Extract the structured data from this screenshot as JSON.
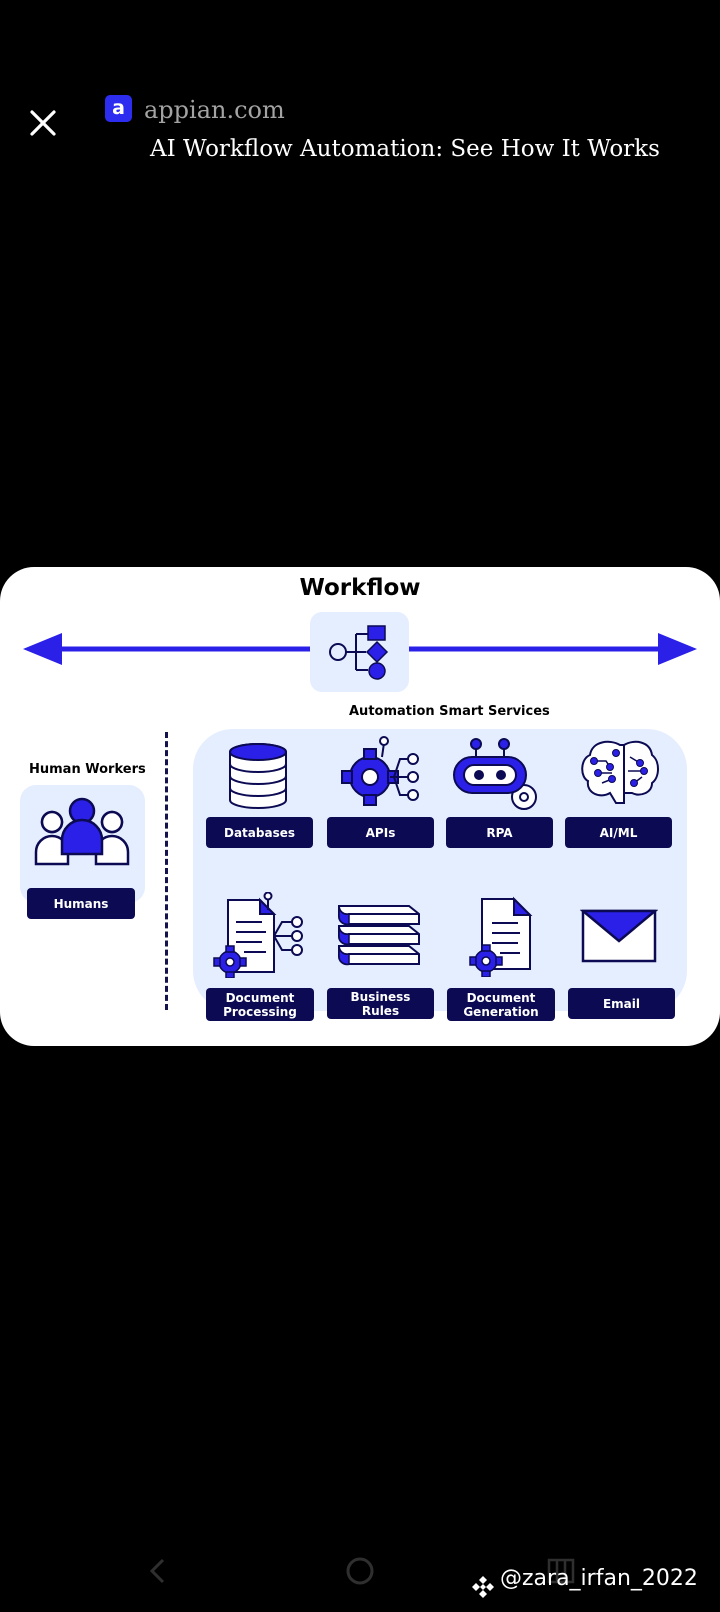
{
  "header": {
    "close_icon": "close-icon",
    "favicon_letter": "a",
    "site": "appian.com",
    "title": "AI Workflow Automation: See How It Works"
  },
  "diagram": {
    "title": "Workflow",
    "automation_title": "Automation Smart Services",
    "human_title": "Human Workers",
    "human_label": "Humans",
    "services": [
      {
        "label": "Databases",
        "icon": "database-icon"
      },
      {
        "label": "APIs",
        "icon": "gear-network-icon"
      },
      {
        "label": "RPA",
        "icon": "robot-icon"
      },
      {
        "label": "AI/ML",
        "icon": "brain-icon"
      },
      {
        "label": "Document\nProcessing",
        "icon": "document-gear-network-icon"
      },
      {
        "label": "Business Rules",
        "icon": "books-icon"
      },
      {
        "label": "Document\nGeneration",
        "icon": "document-gear-icon"
      },
      {
        "label": "Email",
        "icon": "envelope-icon"
      }
    ],
    "colors": {
      "accent": "#2b20e8",
      "navy": "#0b0a52",
      "panel": "#e4eeff"
    }
  },
  "navbar": {
    "back_icon": "back-icon",
    "home_icon": "home-icon",
    "recents_icon": "recents-icon"
  },
  "watermark": {
    "text": "@zara_irfan_2022"
  }
}
